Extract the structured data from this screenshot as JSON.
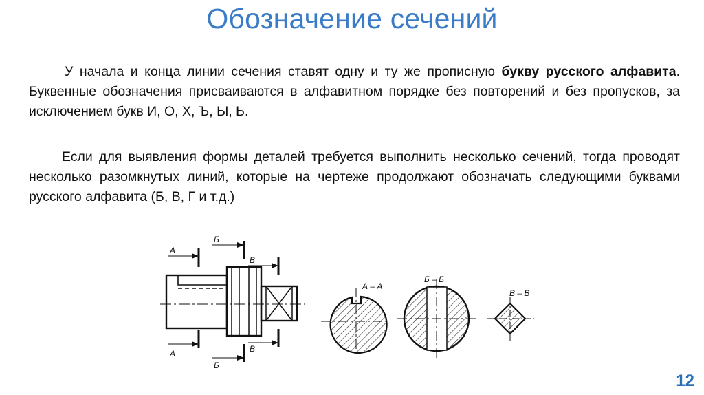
{
  "slide": {
    "title": "Обозначение сечений",
    "page_number": "12"
  },
  "paragraph1": {
    "text_before": "У начала и конца линии сечения ставят одну и ту же прописную ",
    "bold": "букву русского алфавита",
    "text_after": ". Буквенные обозначения присваиваются в алфавитном порядке без повторений и без пропусков, за исключением букв И, О, Х, Ъ, Ы, Ь."
  },
  "paragraph2": {
    "text": "Если  для выявления формы деталей требуется выполнить несколько сечений, тогда проводят несколько разомкнутых линий, которые на чертеже продолжают обозначать следующими буквами русского алфавита (Б, В, Г и т.д.)"
  },
  "drawing": {
    "labels": {
      "a": "А",
      "b": "Б",
      "v": "В",
      "section_a": "А – А",
      "section_b": "Б – Б",
      "section_v": "В – В"
    }
  }
}
